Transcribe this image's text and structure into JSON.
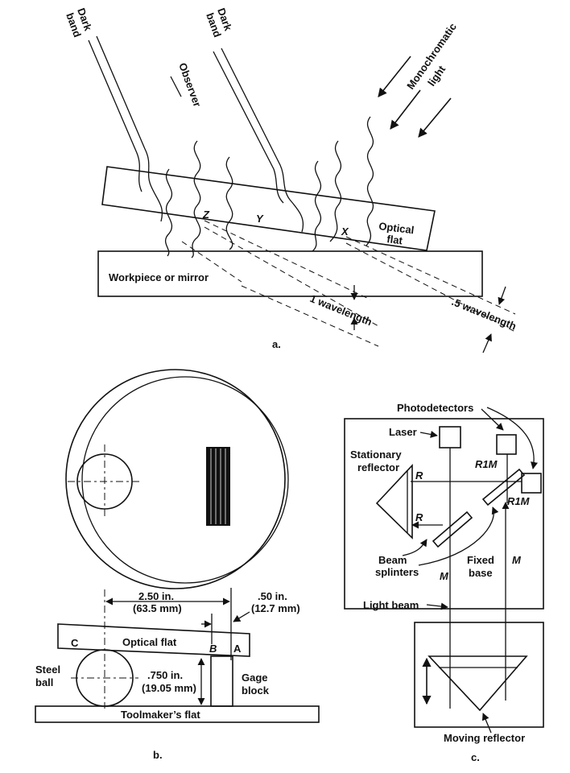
{
  "panel_a": {
    "label_dark_band_1": "Dark band",
    "label_dark_band_2": "Dark band",
    "label_observer": "Observer",
    "label_monochromatic": "Monochromatic light",
    "label_optical_flat": "Optical flat",
    "label_workpiece": "Workpiece or mirror",
    "label_z": "Z",
    "label_y": "Y",
    "label_x": "X",
    "label_one_wavelength": "1 wavelength",
    "label_half_wavelength": ".5 wavelength",
    "caption": "a."
  },
  "panel_b": {
    "dim_250": "2.50 in.",
    "dim_250_mm": "(63.5 mm)",
    "dim_050": ".50 in.",
    "dim_050_mm": "(12.7 mm)",
    "dim_0750": ".750 in.",
    "dim_0750_mm": "(19.05 mm)",
    "label_c": "C",
    "label_b": "B",
    "label_a": "A",
    "label_optical_flat": "Optical flat",
    "label_steel": "Steel",
    "label_ball": "ball",
    "label_gage": "Gage",
    "label_block": "block",
    "label_toolmakers_flat": "Toolmaker’s flat",
    "caption": "b."
  },
  "panel_c": {
    "label_photodetectors": "Photodetectors",
    "label_laser": "Laser",
    "label_stationary": "Stationary",
    "label_reflector": "reflector",
    "label_r_top": "R",
    "label_r_bottom": "R",
    "label_r1m_1": "R1M",
    "label_r1m_2": "R1M",
    "label_beam": "Beam",
    "label_splinters": "splinters",
    "label_fixed": "Fixed",
    "label_base": "base",
    "label_m_left": "M",
    "label_m_right": "M",
    "label_light_beam": "Light beam",
    "label_moving_reflector": "Moving reflector",
    "caption": "c."
  }
}
